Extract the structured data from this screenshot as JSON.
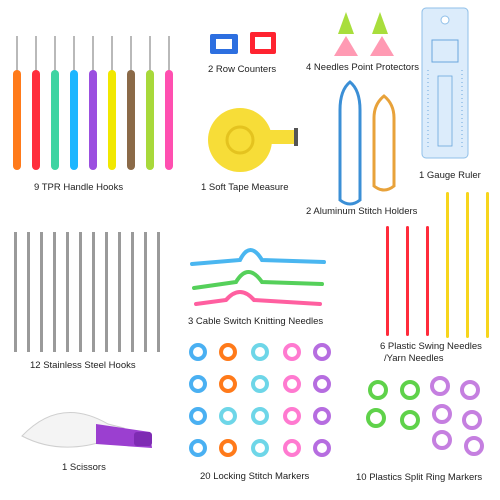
{
  "items": {
    "tpr_hooks": "9 TPR Handle Hooks",
    "row_counters": "2 Row Counters",
    "point_protectors": "4 Needles Point Protectors",
    "tape_measure": "1 Soft Tape Measure",
    "stitch_holders": "2 Aluminum Stitch Holders",
    "gauge_ruler": "1 Gauge Ruler",
    "steel_hooks": "12 Stainless Steel Hooks",
    "cable_needles": "3 Cable Switch Knitting Needles",
    "swing_needles_line1": "6 Plastic Swing Needles",
    "swing_needles_line2": "/Yarn Needles",
    "scissors": "1 Scissors",
    "locking_markers": "20 Locking Stitch Markers",
    "split_ring_markers": "10 Plastics Split Ring Markers"
  },
  "colors": {
    "hook_handles": [
      "#ff7a1a",
      "#ff2e3c",
      "#3fd4a2",
      "#1db6ff",
      "#9b4fe0",
      "#f1e800",
      "#8b6a48",
      "#a8d93a",
      "#ff4fb0"
    ],
    "tape": "#f7dd38",
    "holder_blue": "#3b8fd6",
    "holder_orange": "#e8a23a",
    "ruler": "#cfe7fb",
    "cable_needles": [
      "#4ab6f0",
      "#55d05a",
      "#ff5fa0"
    ],
    "swing_needles": [
      "#ff2b3b",
      "#ff2b3b",
      "#ff2b3b",
      "#f7d51c",
      "#f7d51c",
      "#f7d51c"
    ],
    "scissors": "#9b3fd0",
    "locking_markers": [
      "#4ab0f2",
      "#ff7a1a",
      "#6ed6e8",
      "#ff7ad0",
      "#b66de0"
    ],
    "split_rings": [
      "#5fd24a",
      "#c57fe0"
    ]
  }
}
